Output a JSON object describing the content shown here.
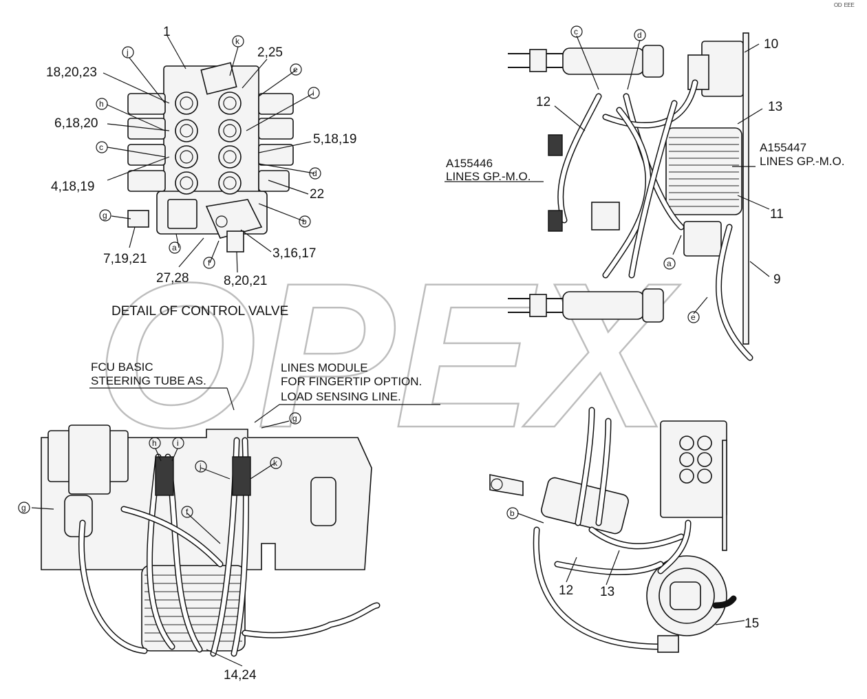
{
  "corner_mark": "ᴼᴰ ᴱᴱᴱ",
  "watermark": "OPEX",
  "detail_caption": "DETAIL OF CONTROL VALVE",
  "callouts": {
    "c1": "1",
    "c2_25": "2,25",
    "c18_20_23": "18,20,23",
    "c6_18_20": "6,18,20",
    "c5_18_19": "5,18,19",
    "c4_18_19": "4,18,19",
    "c22": "22",
    "c7_19_21": "7,19,21",
    "c3_16_17": "3,16,17",
    "c27_28": "27,28",
    "c8_20_21": "8,20,21",
    "c10": "10",
    "c12_top": "12",
    "c13_top": "13",
    "c11": "11",
    "c9": "9",
    "c14_24": "14,24",
    "c12_bottom": "12",
    "c13_bottom": "13",
    "c15": "15"
  },
  "circle_letters": {
    "a": "a",
    "b": "b",
    "c": "c",
    "d": "d",
    "e": "e",
    "f": "f",
    "g": "g",
    "h": "h",
    "i": "i",
    "j": "j",
    "k": "k"
  },
  "notes": {
    "a155446_line1": "A155446",
    "a155446_line2": "LINES GP.-M.O.",
    "a155447_line1": "A155447",
    "a155447_line2": "LINES GP.-M.O.",
    "fcu_line1": "FCU BASIC",
    "fcu_line2": "STEERING TUBE AS.",
    "lines_module_line1": "LINES MODULE",
    "lines_module_line2": "FOR FINGERTIP OPTION.",
    "lines_module_line3": "LOAD SENSING LINE."
  }
}
